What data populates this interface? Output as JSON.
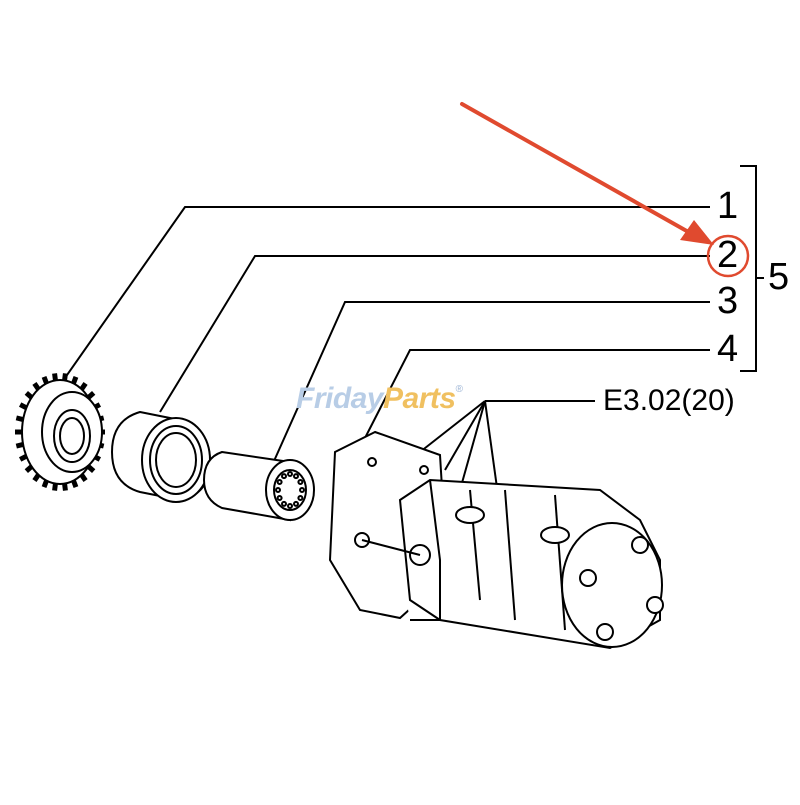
{
  "callouts": {
    "c1": "1",
    "c2": "2",
    "c3": "3",
    "c4": "4",
    "c5": "5"
  },
  "reference_label": "E3.02(20)",
  "watermark": {
    "part1": "Friday",
    "part2": "Parts",
    "mark": "®"
  },
  "highlight": {
    "target": "2",
    "color": "#e04a2f"
  }
}
